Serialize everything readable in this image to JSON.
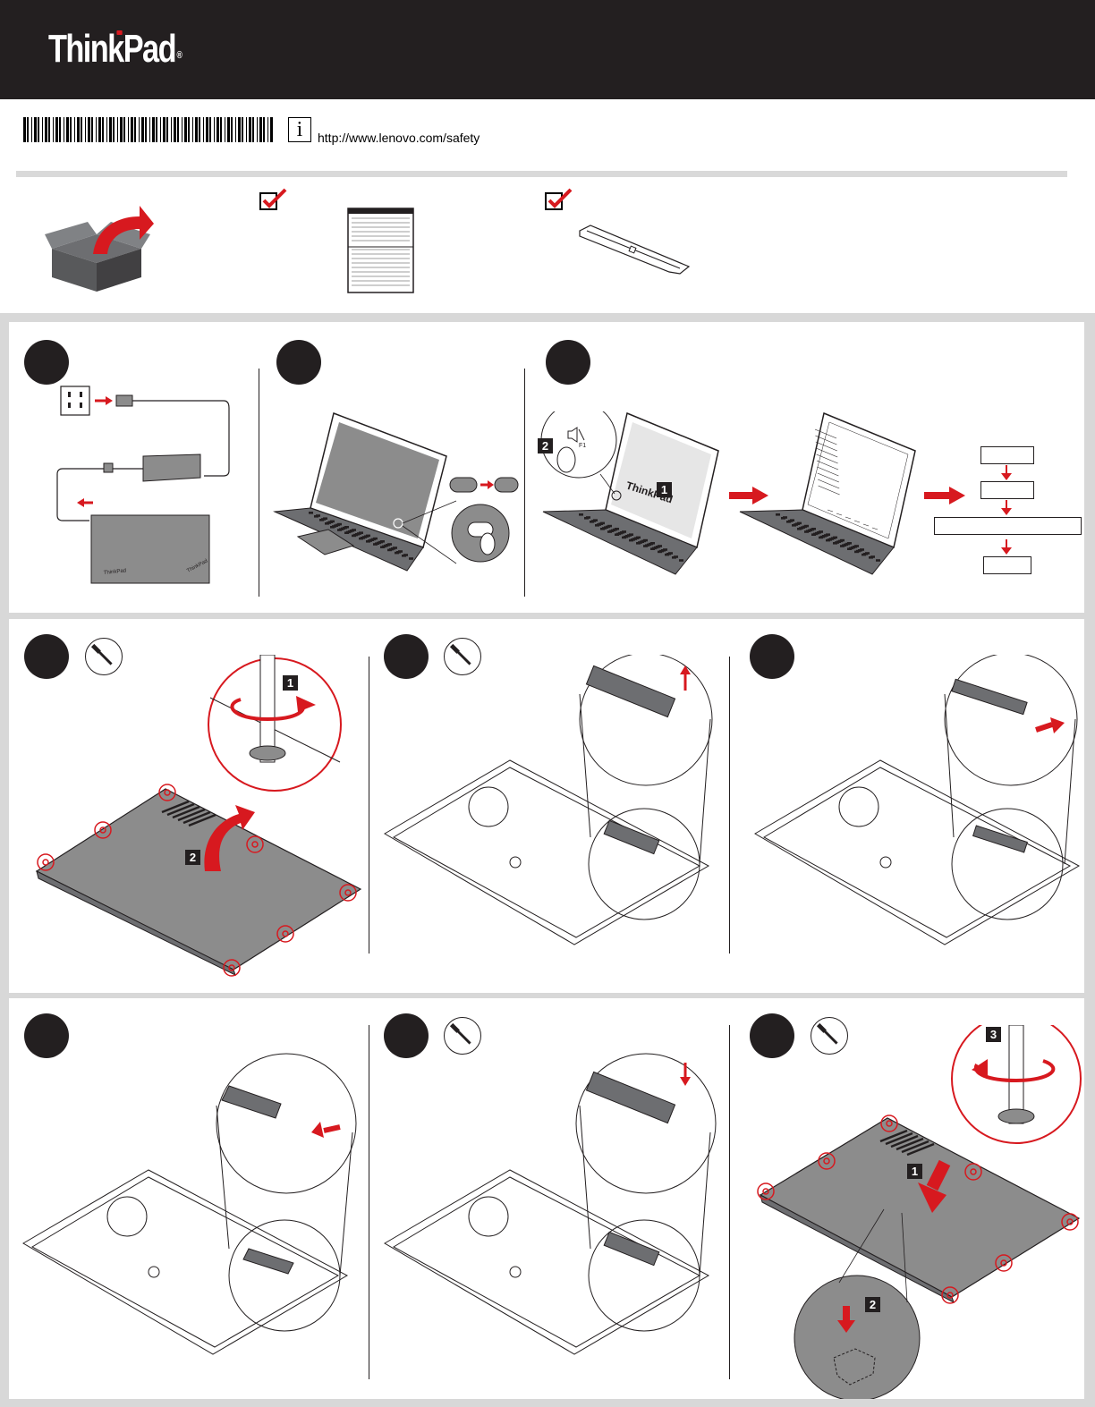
{
  "header": {
    "brand": "ThinkPad",
    "registered_mark": "®",
    "background": "#231f20",
    "accent": "#d7191f"
  },
  "safety": {
    "info_icon": "i",
    "url": "http://www.lenovo.com/safety"
  },
  "contents": {
    "items": [
      {
        "icon": "open-box-icon"
      },
      {
        "icon": "checkmark-icon",
        "target": "documentation-booklet-icon"
      },
      {
        "icon": "checkmark-icon",
        "target": "memory-module-icon"
      }
    ]
  },
  "steps": {
    "step3_badges": [
      "2",
      "1"
    ],
    "step3_key": "F1",
    "step4_badges": [
      "1",
      "2"
    ],
    "step9_badges": [
      "3",
      "1",
      "2"
    ]
  },
  "colors": {
    "gray_frame": "#d8d8d8",
    "device_gray": "#8c8c8c",
    "arrow_red": "#d7191f"
  }
}
